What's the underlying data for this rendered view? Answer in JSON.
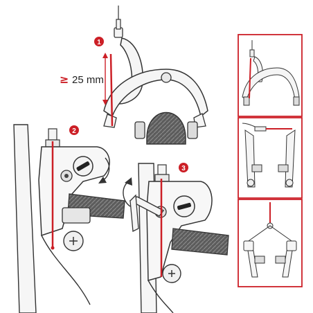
{
  "colors": {
    "accent": "#cc1f26",
    "line": "#3a3a3a",
    "light": "#f2f2f2",
    "pad": "#6a6a6a",
    "panel_border": "#cc1f26"
  },
  "steps": [
    {
      "number": "1"
    },
    {
      "number": "2"
    },
    {
      "number": "3"
    }
  ],
  "measurement": {
    "symbol": "≥",
    "text": "25 mm"
  },
  "side_panels": [
    {
      "name": "road-caliper"
    },
    {
      "name": "v-brake"
    },
    {
      "name": "cantilever"
    }
  ]
}
